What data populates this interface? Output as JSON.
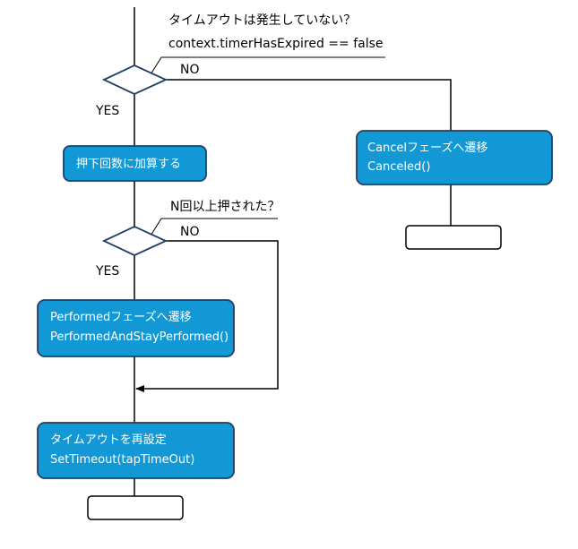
{
  "condition1": {
    "question": "タイムアウトは発生していない？",
    "code": "context.timerHasExpired == false",
    "yes_label": "YES",
    "no_label": "NO"
  },
  "increment_box": {
    "label": "押下回数に加算する"
  },
  "cancel_box": {
    "line1": "Cancelフェーズへ遷移",
    "line2": "Canceled()"
  },
  "condition2": {
    "question": "N回以上押された？",
    "yes_label": "YES",
    "no_label": "NO"
  },
  "performed_box": {
    "line1": "Performedフェーズへ遷移",
    "line2": "PerformedAndStayPerformed()"
  },
  "reset_box": {
    "line1": "タイムアウトを再設定",
    "line2": "SetTimeout(tapTimeOut)"
  },
  "colors": {
    "process_fill": "#1398d6",
    "process_border": "#1f3f63",
    "line": "#000000"
  }
}
